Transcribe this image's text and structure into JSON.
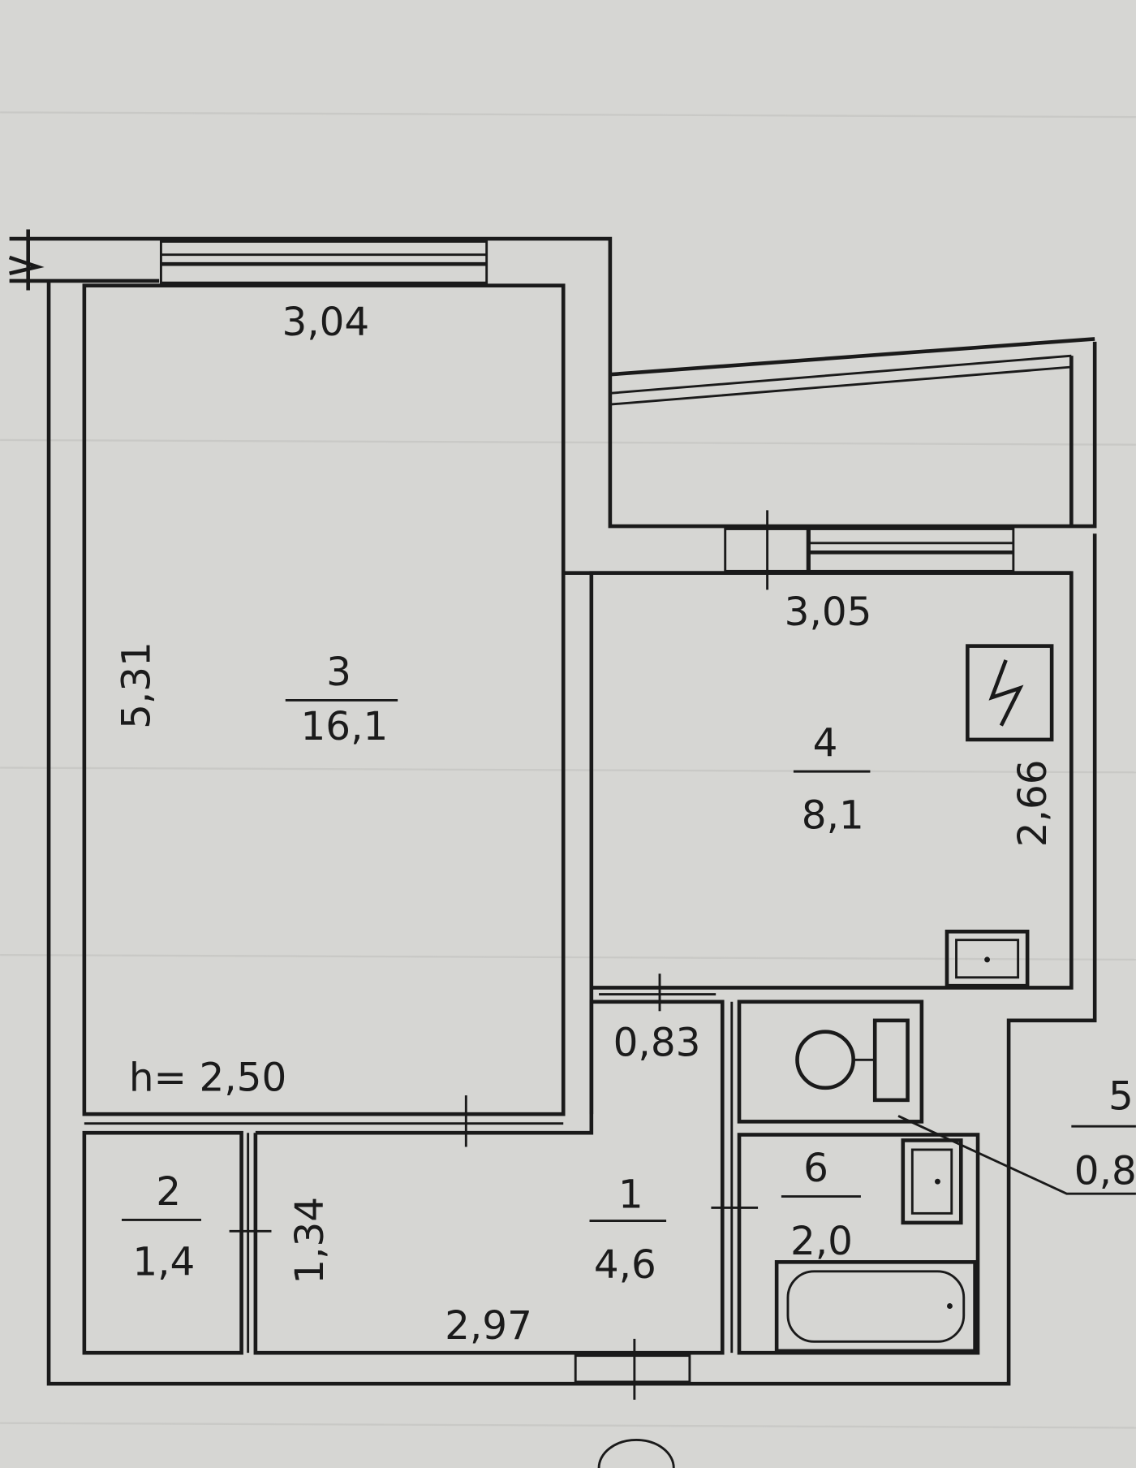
{
  "plan": {
    "ceiling_height": "h= 2,50",
    "rooms": [
      {
        "number": "1",
        "area": "4,6"
      },
      {
        "number": "2",
        "area": "1,4"
      },
      {
        "number": "3",
        "area": "16,1"
      },
      {
        "number": "4",
        "area": "8,1"
      },
      {
        "number": "5",
        "area": "0,8"
      },
      {
        "number": "6",
        "area": "2,0"
      }
    ],
    "dimensions": {
      "room3_width": "3,04",
      "room3_length": "5,31",
      "room4_width": "3,05",
      "room4_length": "2,66",
      "corridor_step": "0,83",
      "room2_length": "1,34",
      "room1_width": "2,97"
    },
    "colors": {
      "paper": "#d6d6d3",
      "ink": "#1a1a1a"
    }
  }
}
